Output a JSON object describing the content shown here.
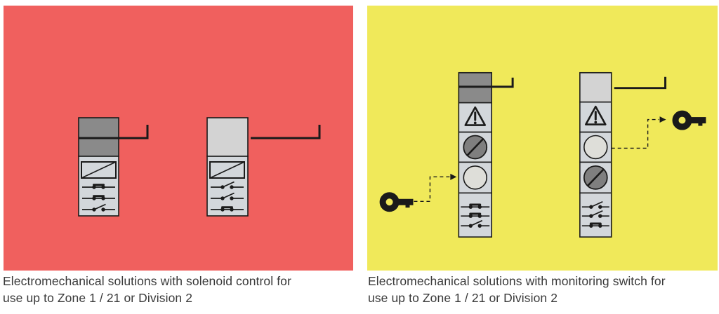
{
  "colors": {
    "page-bg": "#ffffff",
    "panel-red": "#f0605e",
    "panel-yellow": "#f0e95a",
    "head-dark": "#8a8a8a",
    "head-light": "#d3d3d3",
    "section-gray": "#d3d7db",
    "circle-dark": "#7f7f7f",
    "circle-light": "#dedeD9",
    "line-dark": "#1a1a1a",
    "caption-text": "#3a3a3a"
  },
  "panels": [
    {
      "id": "solenoid-control",
      "background_color": "#f0605e",
      "caption_lines": [
        "Electromechanical solutions with solenoid control for",
        "use up to Zone 1 / 21 or Division 2"
      ],
      "devices": [
        {
          "name": "interlock-guard-closed",
          "head": "dark-actuator-inserted",
          "symbols": [
            "solenoid-coil"
          ],
          "contacts": [
            "closed",
            "closed",
            "open"
          ]
        },
        {
          "name": "interlock-guard-open",
          "head": "light-actuator-withdrawn",
          "symbols": [
            "solenoid-coil"
          ],
          "contacts": [
            "open",
            "open",
            "closed"
          ]
        }
      ]
    },
    {
      "id": "monitoring-switch",
      "background_color": "#f0e95a",
      "caption_lines": [
        "Electromechanical solutions with monitoring switch for",
        "use up to Zone 1 / 21 or Division 2"
      ],
      "devices": [
        {
          "name": "interlock-key-inserted",
          "head": "dark-actuator-inserted",
          "symbols": [
            "warning-triangle",
            "indicator-dark-slash",
            "indicator-light"
          ],
          "contacts": [
            "closed",
            "closed",
            "open"
          ],
          "key": "key-with-arrow-toward-device"
        },
        {
          "name": "interlock-key-removed",
          "head": "light-actuator-withdrawn",
          "symbols": [
            "warning-triangle",
            "indicator-light",
            "indicator-dark-slash"
          ],
          "contacts": [
            "open",
            "open",
            "closed"
          ],
          "key": "key-with-arrow-from-device"
        }
      ]
    }
  ]
}
